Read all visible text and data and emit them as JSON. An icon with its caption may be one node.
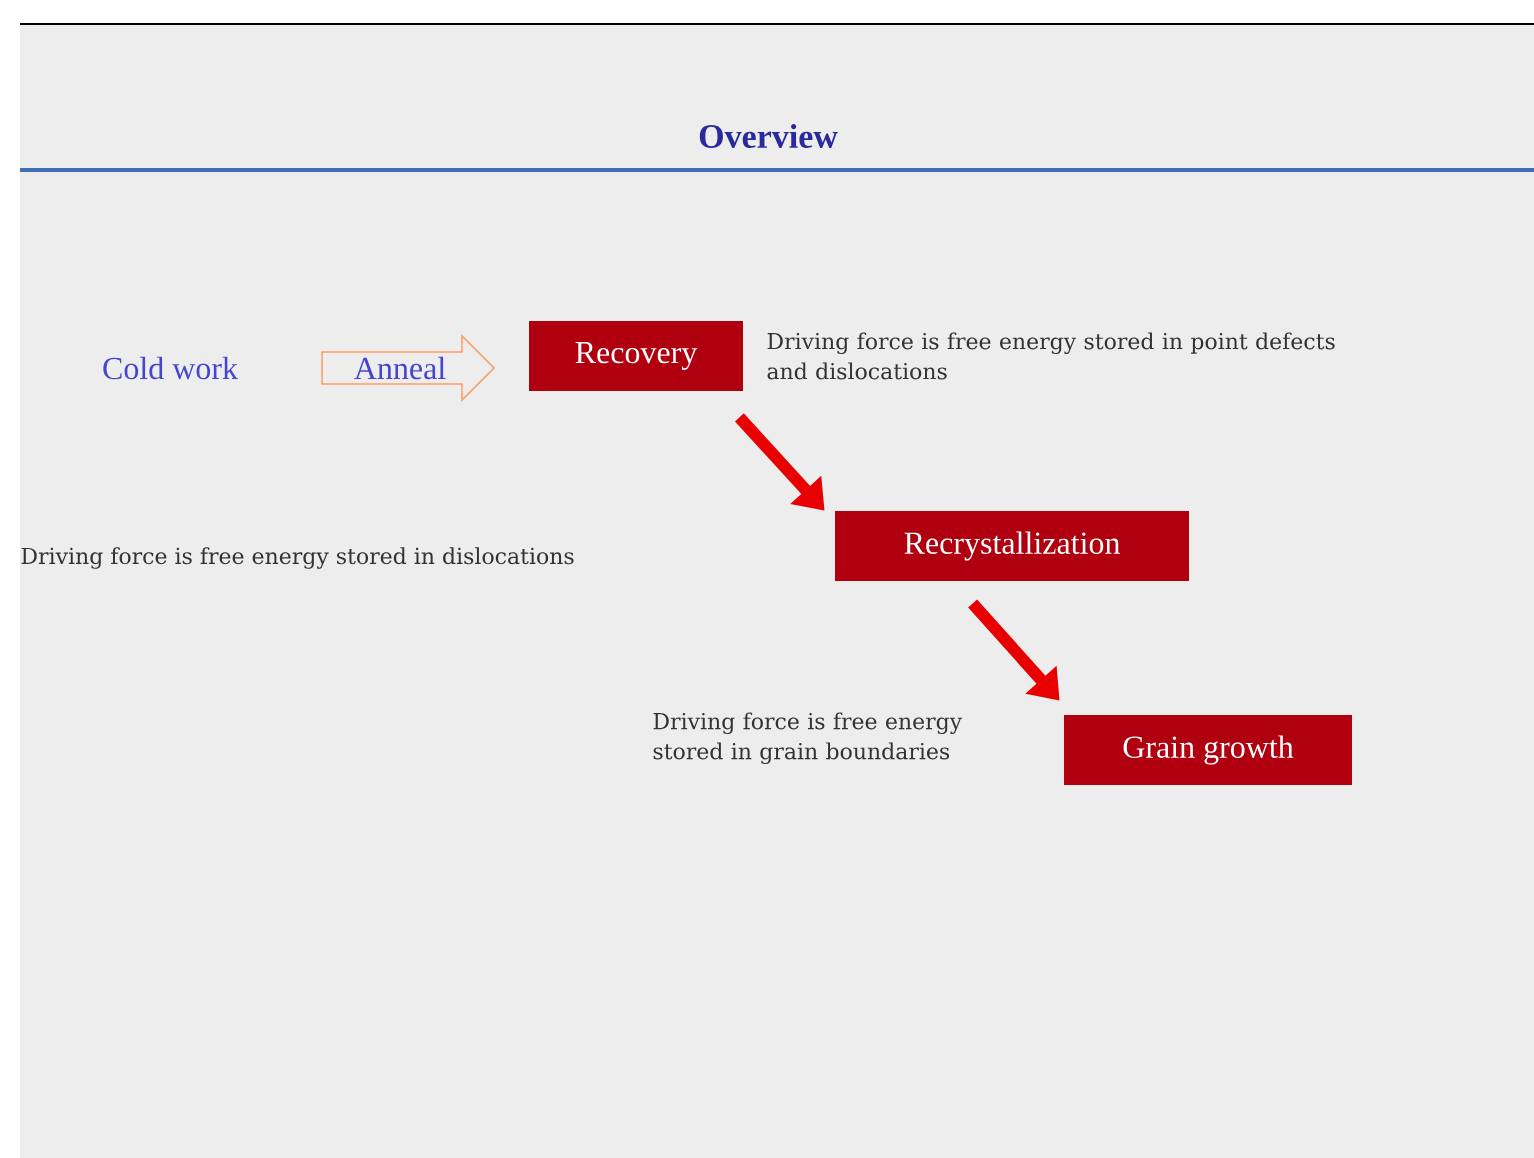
{
  "diagram": {
    "title": "Overview",
    "nodes": [
      {
        "text": [
          "Cold work"
        ]
      },
      {
        "text": [
          "Anneal"
        ]
      },
      {
        "text": [
          "Recovery"
        ],
        "beside": [
          "Driving force is free energy stored in point defects and dislocations"
        ]
      },
      {
        "text": [
          "Recrystallization"
        ]
      },
      {
        "text": [
          "Grain growth"
        ]
      }
    ],
    "edges": [
      {
        "from": 2,
        "to": 3,
        "arrow": "to"
      },
      {
        "from": 3,
        "to": 4,
        "arrow": "to"
      }
    ],
    "labels": [
      "Driving force is free energy stored in dislocations",
      "Driving force is free energy stored in grain boundaries"
    ]
  }
}
